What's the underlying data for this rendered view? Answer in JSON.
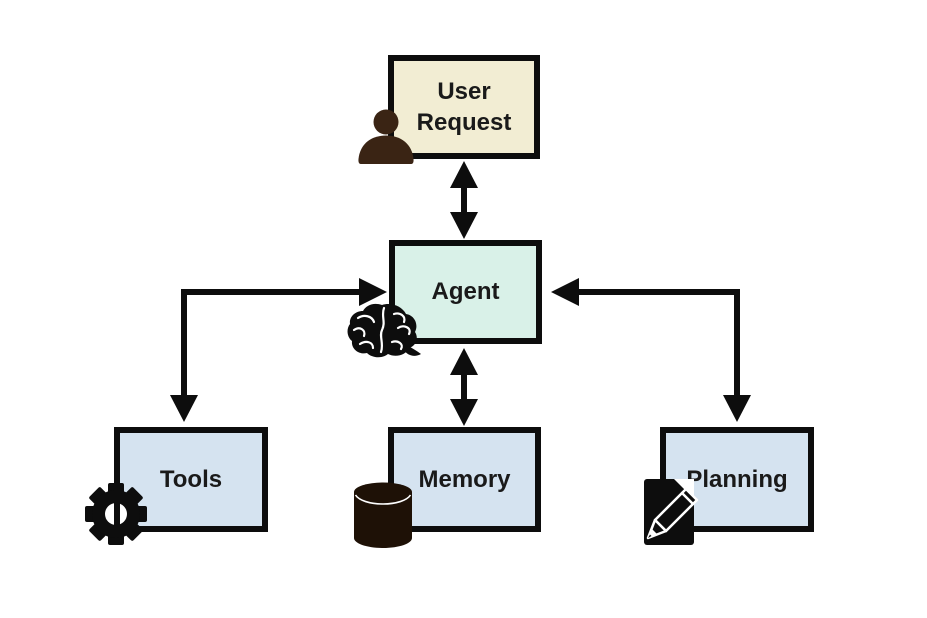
{
  "diagram": {
    "nodes": [
      {
        "id": "user_request",
        "label": "User Request",
        "fill": "#f2edd3",
        "border": "#0d0d0d",
        "icon": "person-icon",
        "icon_color": "#3a2414"
      },
      {
        "id": "agent",
        "label": "Agent",
        "fill": "#d9f1e8",
        "border": "#0d0d0d",
        "icon": "brain-icon",
        "icon_color": "#0d0d0d"
      },
      {
        "id": "tools",
        "label": "Tools",
        "fill": "#d5e3f0",
        "border": "#0d0d0d",
        "icon": "gear-icon",
        "icon_color": "#0d0d0d"
      },
      {
        "id": "memory",
        "label": "Memory",
        "fill": "#d5e3f0",
        "border": "#0d0d0d",
        "icon": "database-icon",
        "icon_color": "#1e1106"
      },
      {
        "id": "planning",
        "label": "Planning",
        "fill": "#d5e3f0",
        "border": "#0d0d0d",
        "icon": "note-pencil-icon",
        "icon_color": "#0d0d0d"
      }
    ],
    "edges": [
      {
        "from": "user_request",
        "to": "agent",
        "style": "straight",
        "arrowheads": "both"
      },
      {
        "from": "agent",
        "to": "memory",
        "style": "straight",
        "arrowheads": "both"
      },
      {
        "from": "tools",
        "to": "agent",
        "style": "elbow",
        "arrowheads": "both"
      },
      {
        "from": "planning",
        "to": "agent",
        "style": "elbow",
        "arrowheads": "both"
      }
    ],
    "colors": {
      "background": "#ffffff",
      "arrow": "#0d0d0d",
      "text": "#1a1a1a"
    }
  }
}
